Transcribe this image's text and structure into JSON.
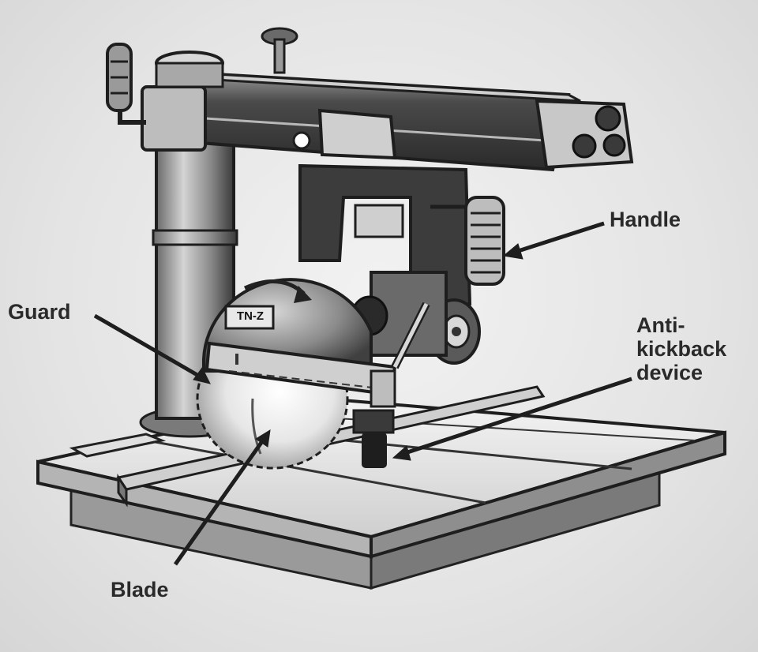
{
  "diagram": {
    "labels": {
      "handle": "Handle",
      "guard": "Guard",
      "blade": "Blade",
      "anti_kickback": [
        "Anti-",
        "kickback",
        "device"
      ]
    },
    "nameplate": "TN-Z"
  }
}
